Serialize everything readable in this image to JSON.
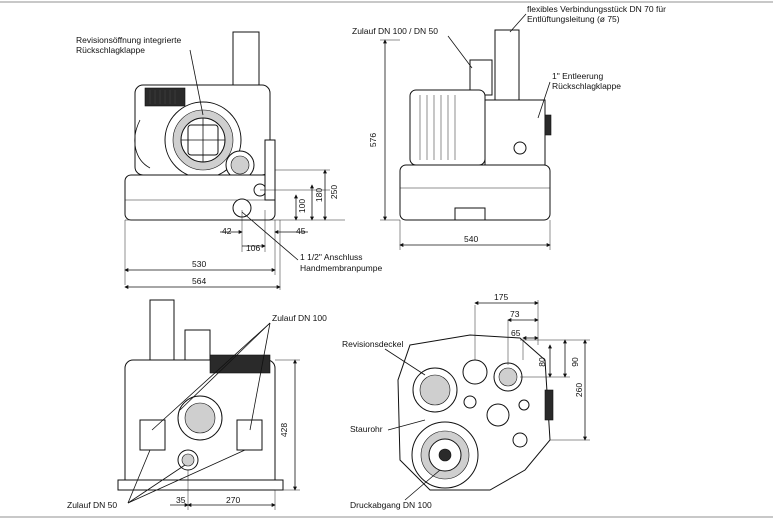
{
  "labels": {
    "revisionsoeffnung_line1": "Revisionsöffnung integrierte",
    "revisionsoeffnung_line2": "Rückschlagklappe",
    "zulauf_dn100_50": "Zulauf DN 100 / DN 50",
    "flexibles_line1": "flexibles Verbindungsstück DN 70 für",
    "flexibles_line2": "Entlüftungsleitung (ø 75)",
    "entleerung_line1": "1\" Entleerung",
    "entleerung_line2": "Rückschlagklappe",
    "anschluss_line1": "1 1/2\" Anschluss",
    "anschluss_line2": "Handmembranpumpe",
    "zulauf_dn100": "Zulauf DN 100",
    "zulauf_dn50": "Zulauf DN 50",
    "revisionsdeckel": "Revisionsdeckel",
    "staurohr": "Staurohr",
    "druckabgang": "Druckabgang DN 100"
  },
  "dimensions": {
    "d250": "250",
    "d180": "180",
    "d100": "100",
    "d42": "42",
    "d45": "45",
    "d106": "106",
    "d530": "530",
    "d564": "564",
    "d576": "576",
    "d540": "540",
    "d428": "428",
    "d35": "35",
    "d270": "270",
    "d175": "175",
    "d73": "73",
    "d65": "65",
    "d80": "80",
    "d90": "90",
    "d260": "260"
  }
}
